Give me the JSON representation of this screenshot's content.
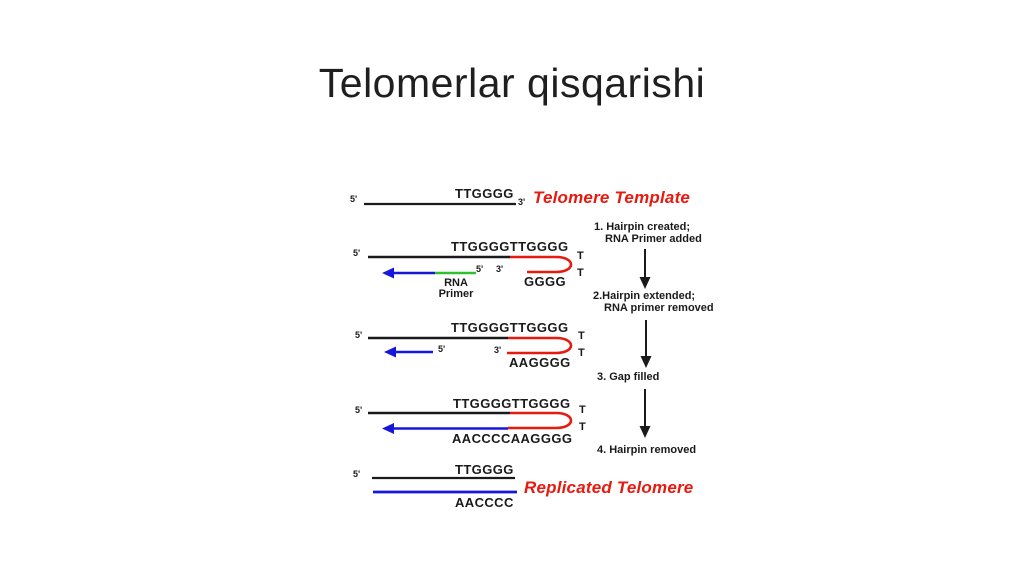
{
  "slide": {
    "title": "Telomerlar qisqarishi"
  },
  "labels": {
    "telomere_template": "Telomere Template",
    "replicated_telomere": "Replicated Telomere"
  },
  "rows": {
    "r1": {
      "five": "5'",
      "seq": "TTGGGG",
      "three": "3'"
    },
    "r2": {
      "five": "5'",
      "seq": "TTGGGGTTGGGG",
      "t1": "T",
      "t2": "T",
      "three": "3'",
      "primer_five": "5'",
      "bottom_seq": "GGGG",
      "rna1": "RNA",
      "rna2": "Primer"
    },
    "r3": {
      "five": "5'",
      "seq": "TTGGGGTTGGGG",
      "t1": "T",
      "t2": "T",
      "three": "3'",
      "arrow_five": "5'",
      "bottom_seq": "AAGGGG"
    },
    "r4": {
      "five": "5'",
      "seq": "TTGGGGTTGGGG",
      "t1": "T",
      "t2": "T",
      "bottom_seq": "AACCCCAAGGGG"
    },
    "r5": {
      "five": "5'",
      "seq": "TTGGGG",
      "bottom_seq": "AACCCC"
    }
  },
  "steps": [
    {
      "line1": "1. Hairpin created;",
      "line2": "RNA Primer added"
    },
    {
      "line1": "2.Hairpin extended;",
      "line2": "RNA primer removed"
    },
    {
      "line1": "3. Gap filled"
    },
    {
      "line1": "4. Hairpin removed"
    }
  ],
  "colors": {
    "strand-black": "#1a1a1a",
    "strand-red": "#e8190f",
    "strand-blue": "#1616dd",
    "strand-green": "#2fbf2f",
    "label-red": "#e8190f"
  }
}
